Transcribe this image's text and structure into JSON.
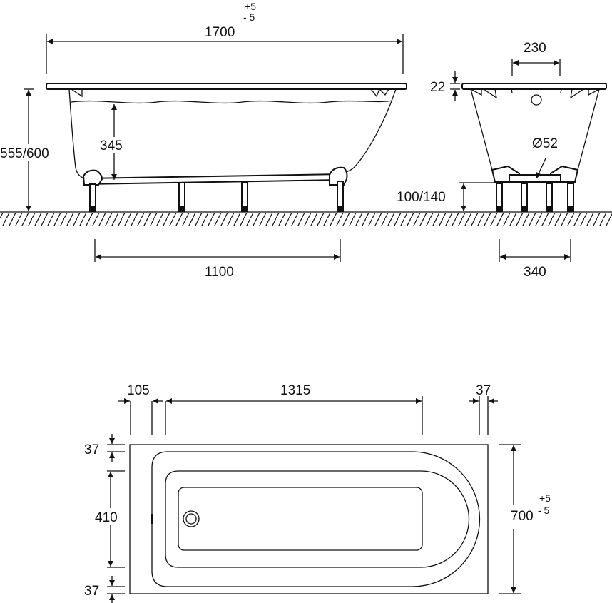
{
  "side_view": {
    "length": "1700",
    "length_tol_plus": "+5",
    "length_tol_minus": "- 5",
    "height": "555/600",
    "depth": "345",
    "leg_spacing": "1100"
  },
  "end_view": {
    "overflow_spacing": "230",
    "rim_thickness": "22",
    "drain_diameter": "Ø52",
    "leg_height": "100/140",
    "leg_width": "340"
  },
  "plan_view": {
    "end_offset": "105",
    "basin_length": "1315",
    "rim_right": "37",
    "rim_top": "37",
    "basin_width": "410",
    "rim_bottom": "37",
    "width": "700",
    "width_tol_plus": "+5",
    "width_tol_minus": "- 5"
  }
}
